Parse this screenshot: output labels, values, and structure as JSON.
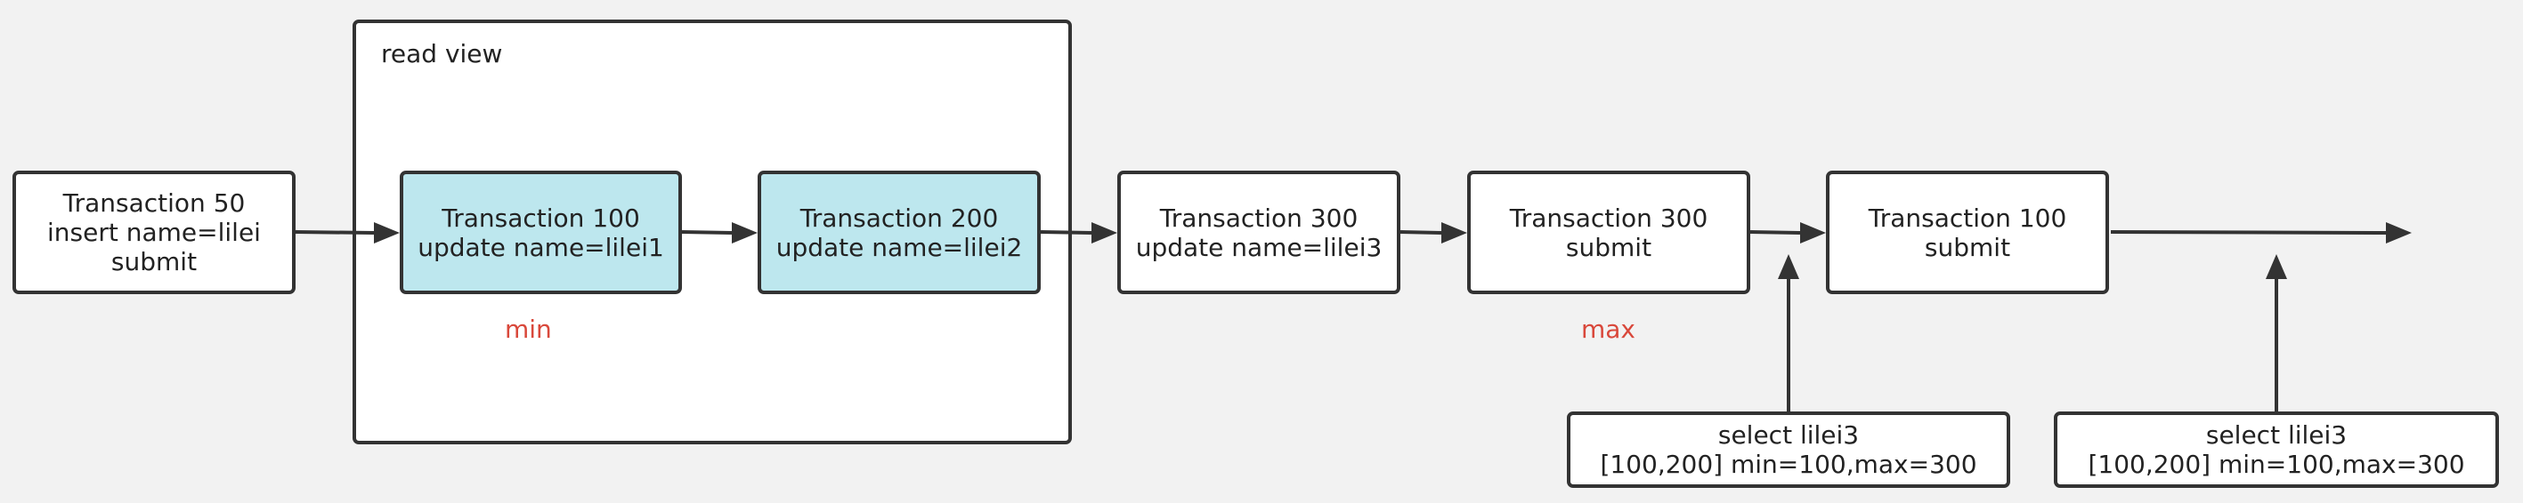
{
  "group": {
    "label": "read view"
  },
  "nodes": {
    "t50": {
      "lines": [
        "Transaction 50",
        "insert name=lilei",
        "submit"
      ]
    },
    "t100": {
      "lines": [
        "Transaction 100",
        "update name=lilei1"
      ]
    },
    "t200": {
      "lines": [
        "Transaction 200",
        "update name=lilei2"
      ]
    },
    "t300a": {
      "lines": [
        "Transaction 300",
        "update name=lilei3"
      ]
    },
    "t300b": {
      "lines": [
        "Transaction 300",
        "submit"
      ]
    },
    "t100b": {
      "lines": [
        "Transaction 100",
        "submit"
      ]
    },
    "select1": {
      "lines": [
        "select lilei3",
        "[100,200] min=100,max=300"
      ]
    },
    "select2": {
      "lines": [
        "select lilei3",
        "[100,200] min=100,max=300"
      ]
    }
  },
  "markers": {
    "min": "min",
    "max": "max"
  },
  "colors": {
    "highlight": "#bde7ee",
    "marker": "#d9483b",
    "stroke": "#333333",
    "background": "#f2f2f2"
  }
}
